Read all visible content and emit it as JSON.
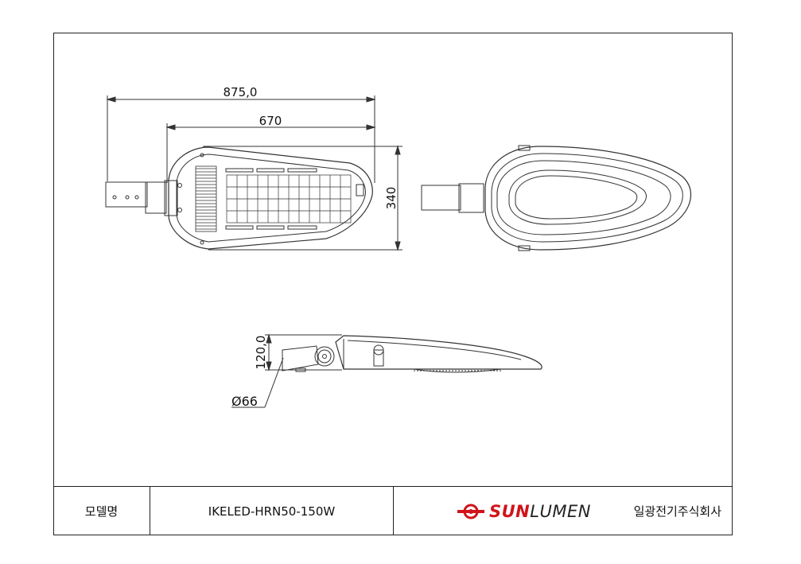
{
  "drawing": {
    "dimensions": {
      "overall_length": "875,0",
      "body_length": "670",
      "width": "340",
      "height": "120,0",
      "pole_diameter": "Ø66"
    }
  },
  "title_block": {
    "model_label": "모델명",
    "model_value": "IKELED-HRN50-150W",
    "brand_sun": "SUN",
    "brand_lumen": "LUMEN",
    "company": "일광전기주식회사"
  },
  "colors": {
    "line": "#333333",
    "brand_red": "#d0141b"
  }
}
